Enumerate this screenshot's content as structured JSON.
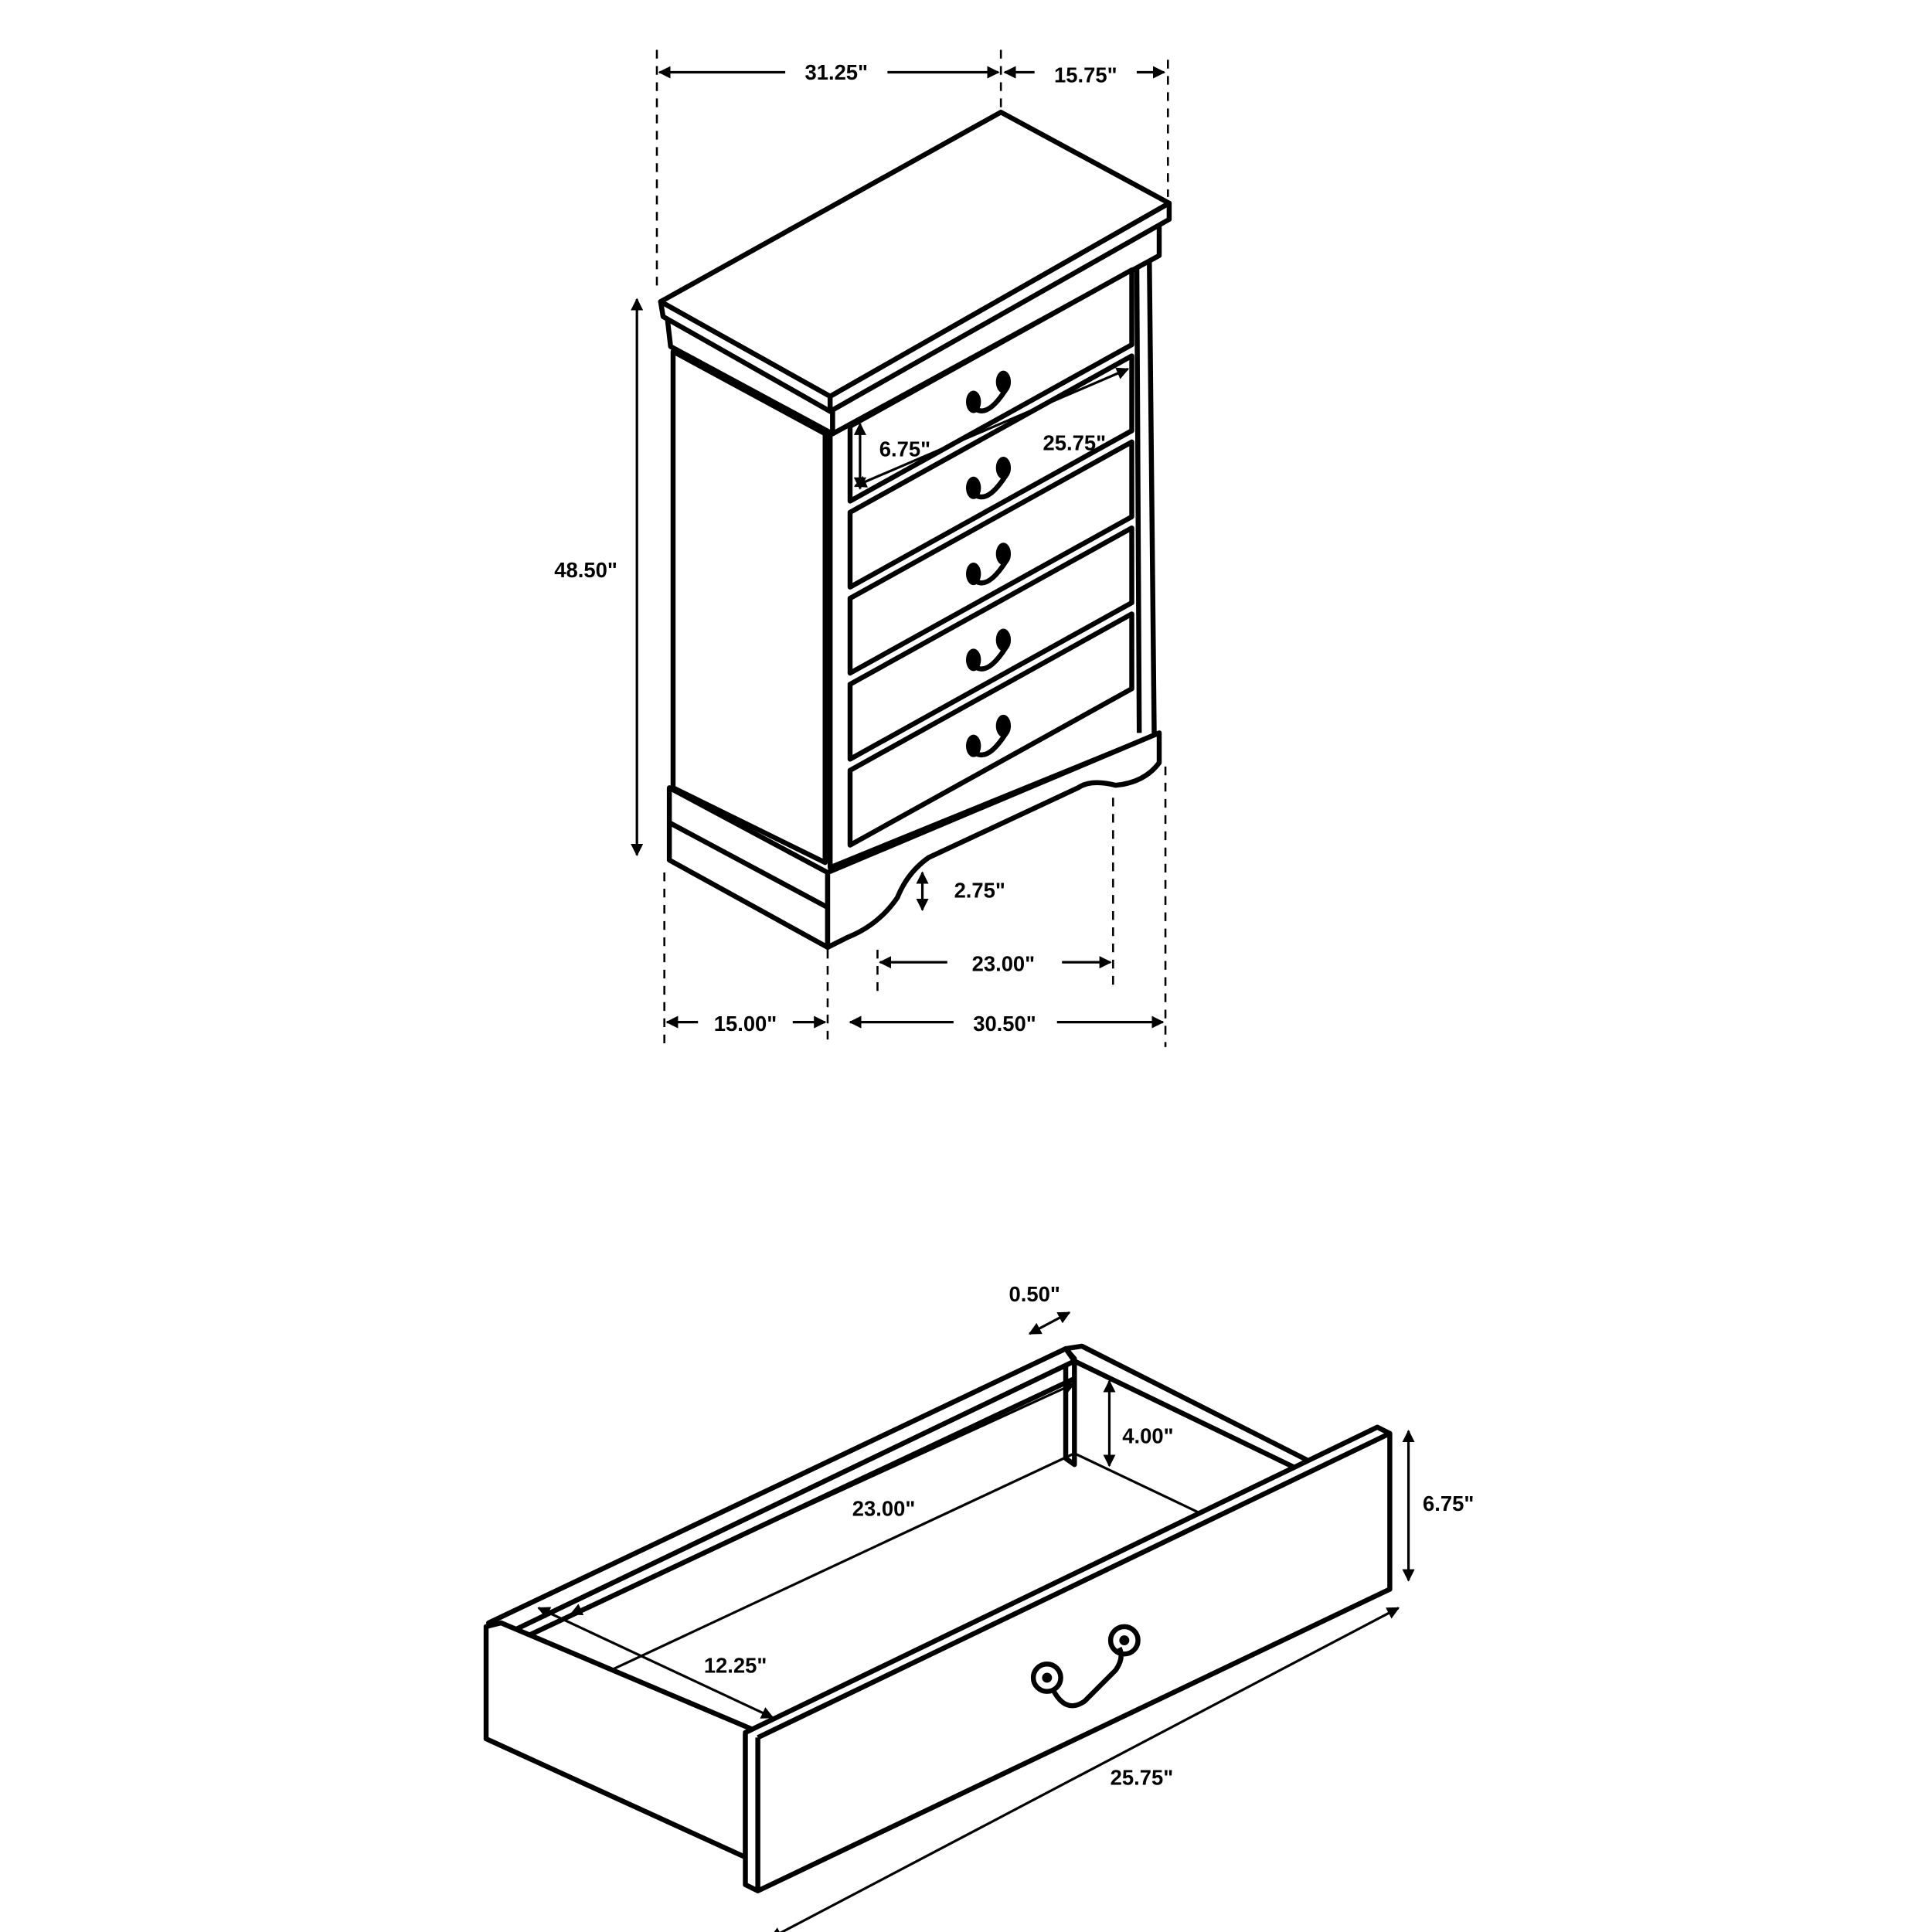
{
  "chest": {
    "dimensions": {
      "top_width": "31.25\"",
      "top_depth": "15.75\"",
      "height": "48.50\"",
      "drawer_height": "6.75\"",
      "drawer_width": "25.75\"",
      "leg_height": "2.75\"",
      "leg_span": "23.00\"",
      "base_depth": "15.00\"",
      "base_width": "30.50\""
    },
    "drawer_count": 5
  },
  "drawer": {
    "dimensions": {
      "panel_thickness": "0.50\"",
      "inner_height": "4.00\"",
      "front_height": "6.75\"",
      "depth": "23.00\"",
      "side_depth": "12.25\"",
      "front_width": "25.75\""
    }
  },
  "colors": {
    "line": "#000000",
    "background": "#ffffff"
  }
}
